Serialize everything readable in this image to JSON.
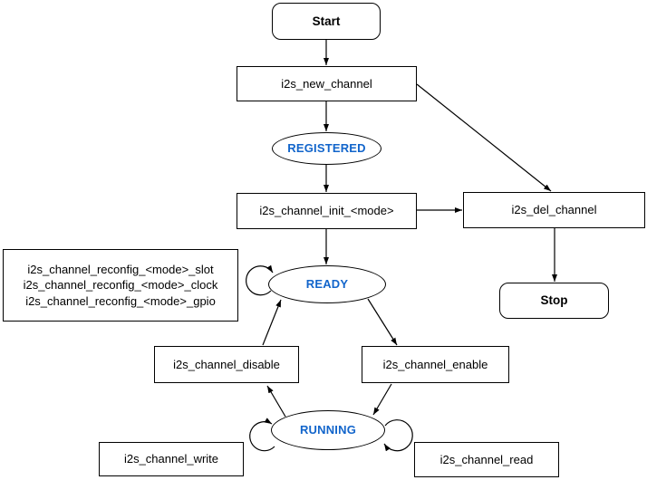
{
  "diagram": {
    "nodes": {
      "start": {
        "label": "Start"
      },
      "new_channel": {
        "label": "i2s_new_channel"
      },
      "registered": {
        "label": "REGISTERED"
      },
      "init": {
        "label": "i2s_channel_init_<mode>"
      },
      "del_channel": {
        "label": "i2s_del_channel"
      },
      "stop": {
        "label": "Stop"
      },
      "reconfig": {
        "lines": [
          "i2s_channel_reconfig_<mode>_slot",
          "i2s_channel_reconfig_<mode>_clock",
          "i2s_channel_reconfig_<mode>_gpio"
        ]
      },
      "ready": {
        "label": "READY"
      },
      "disable": {
        "label": "i2s_channel_disable"
      },
      "enable": {
        "label": "i2s_channel_enable"
      },
      "running": {
        "label": "RUNNING"
      },
      "write": {
        "label": "i2s_channel_write"
      },
      "read": {
        "label": "i2s_channel_read"
      }
    },
    "edges": [
      {
        "from": "start",
        "to": "new_channel"
      },
      {
        "from": "new_channel",
        "to": "registered"
      },
      {
        "from": "new_channel",
        "to": "del_channel"
      },
      {
        "from": "registered",
        "to": "init"
      },
      {
        "from": "init",
        "to": "del_channel"
      },
      {
        "from": "init",
        "to": "ready"
      },
      {
        "from": "del_channel",
        "to": "stop"
      },
      {
        "from": "ready",
        "to": "ready",
        "type": "self-loop"
      },
      {
        "from": "ready",
        "to": "enable"
      },
      {
        "from": "enable",
        "to": "running"
      },
      {
        "from": "running",
        "to": "disable"
      },
      {
        "from": "disable",
        "to": "ready"
      },
      {
        "from": "running",
        "to": "running",
        "type": "self-loop-left"
      },
      {
        "from": "running",
        "to": "running",
        "type": "self-loop-right"
      }
    ],
    "colors": {
      "state_text": "#1265CB",
      "node_fill": "#FFFFFF",
      "stroke": "#000000"
    }
  }
}
